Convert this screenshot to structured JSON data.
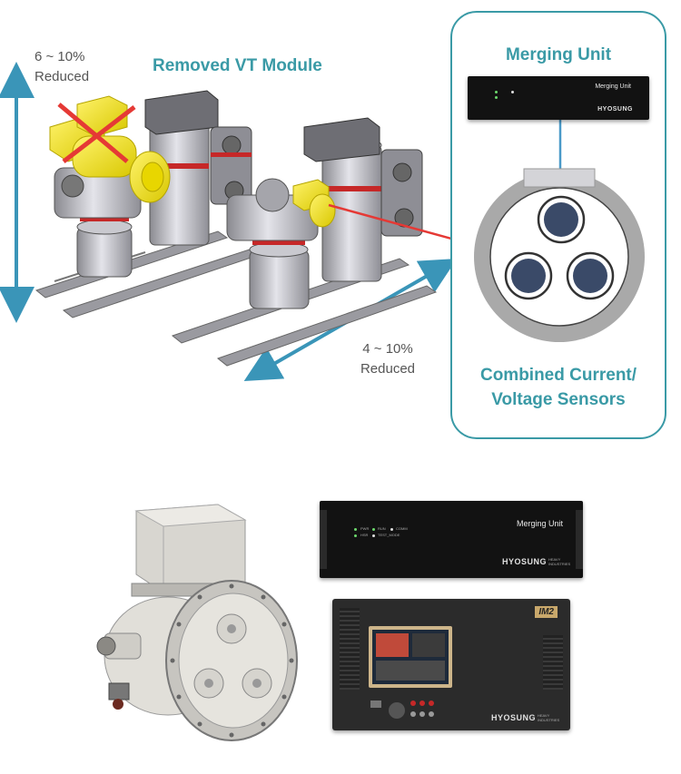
{
  "top": {
    "removed_vt_label": "Removed VT Module",
    "height_reduction": {
      "value": "6 ~ 10%",
      "label": "Reduced"
    },
    "width_reduction": {
      "value": "4 ~ 10%",
      "label": "Reduced"
    },
    "merging_unit_label": "Merging Unit",
    "sensor_label_line1": "Combined Current/",
    "sensor_label_line2": "Voltage Sensors"
  },
  "devices": {
    "merging_unit_device_title": "Merging Unit",
    "brand": "HYOSUNG",
    "brand_sub": "HEAVY INDUSTRIES",
    "led_labels": [
      "PWR",
      "RUN",
      "COMM",
      "HSR",
      "TEST_MODE"
    ],
    "ied_model_badge": "IM2"
  },
  "colors": {
    "accent_teal": "#3a9aa6",
    "arrow_blue": "#3a95b8",
    "arrow_red": "#e53935",
    "cross_red": "#e53935",
    "vt_yellow": "#f2e11f",
    "sensor_ring_gray": "#a9a9a9",
    "sensor_core_navy": "#3a4a68",
    "cable_blue": "#4a9ac8"
  }
}
